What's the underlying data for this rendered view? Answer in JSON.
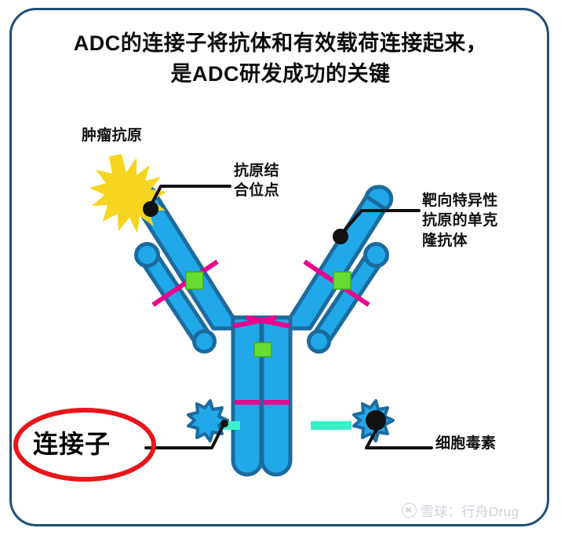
{
  "title": {
    "line1": "ADC的连接子将抗体和有效载荷连接起来，",
    "line2": "是ADC研发成功的关键"
  },
  "labels": {
    "tumor_antigen": "肿瘤抗原",
    "binding_site": "抗原结\n合位点",
    "monoclonal_antibody": "靶向特异性\n抗原的单克\n隆抗体",
    "cytotoxin": "细胞毒素",
    "linker": "连接子"
  },
  "watermark": {
    "text": "雪球：行舟Drug",
    "logo": "xueqiu-logo"
  },
  "colors": {
    "border": "#1f4e79",
    "antibody_fill": "#21a8e8",
    "antibody_stroke": "#1b6b9e",
    "disulfide": "#ec008c",
    "hinge_green": "#66dd33",
    "linker_cyan": "#3bf0c8",
    "payload_fill": "#21a8e8",
    "payload_stroke": "#1b6b9e",
    "antigen_star": "#f5d520",
    "highlight_ellipse": "#e8161c",
    "leader_line": "#111111",
    "text": "#111111"
  },
  "figure": {
    "antigen_star_points": 12,
    "payload_star_points": 8,
    "arms": [
      "left-heavy-chain",
      "left-light-chain",
      "right-heavy-chain",
      "right-light-chain"
    ],
    "hinge_squares": 3,
    "payloads": 2
  }
}
